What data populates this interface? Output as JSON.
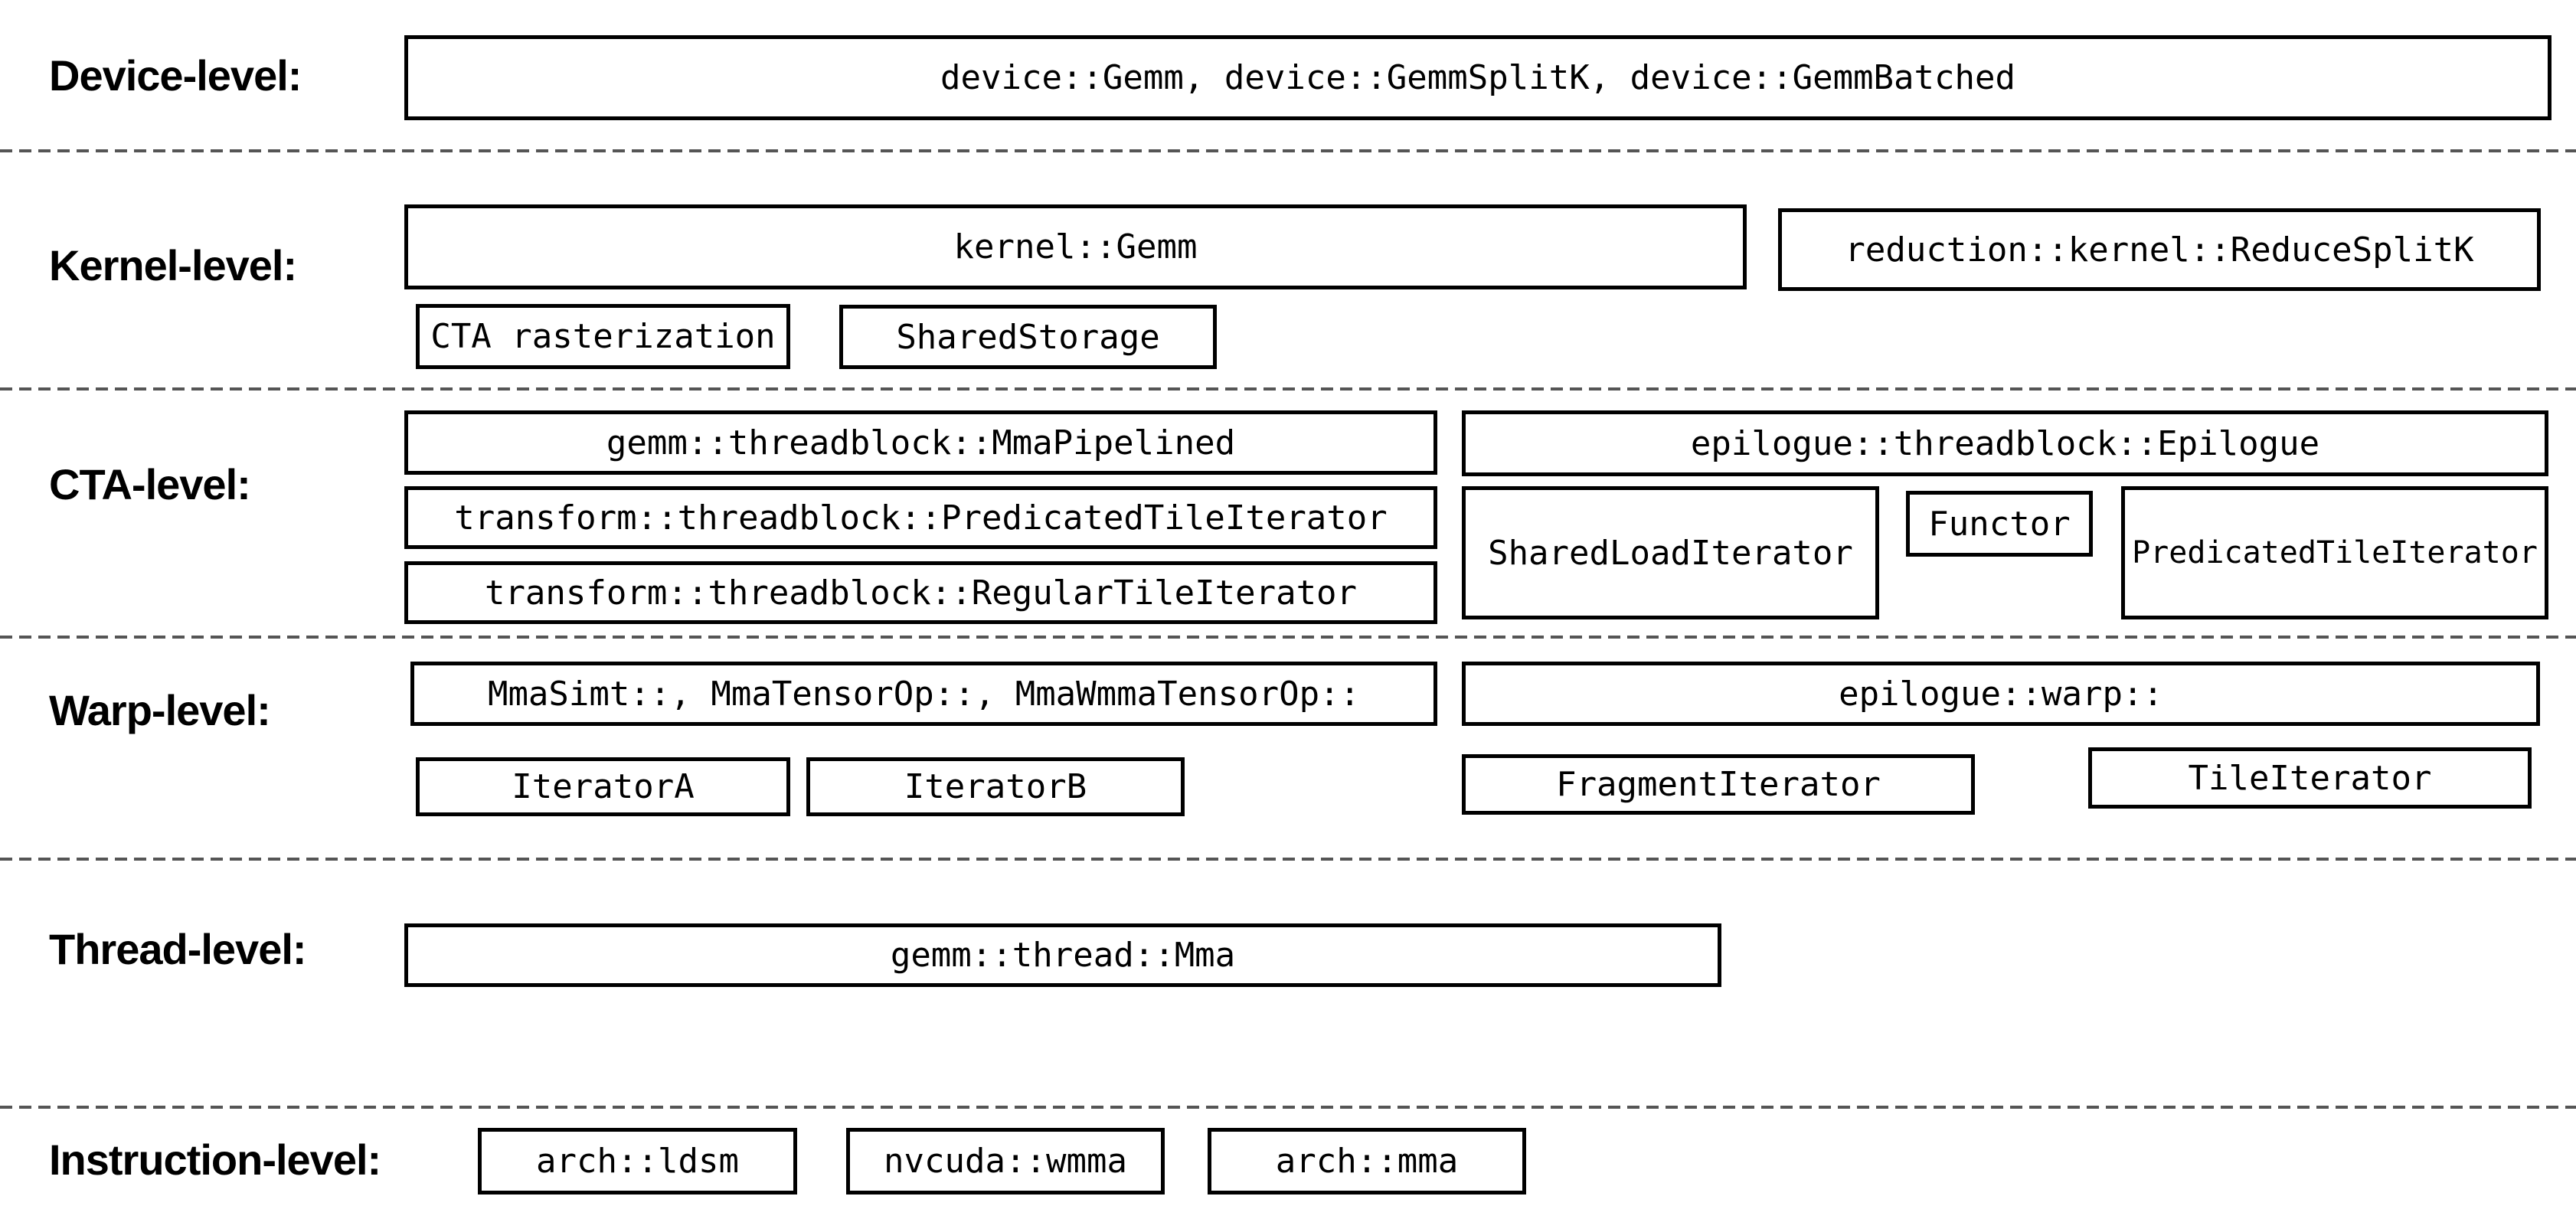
{
  "diagram": {
    "title_implied": "CUTLASS GEMM component hierarchy",
    "colors": {
      "background": "#ffffff",
      "box_border": "#000000",
      "text": "#000000",
      "separator_dash": "#555555"
    },
    "rows": [
      {
        "label": "Device-level:",
        "boxes": [
          {
            "text": "device::Gemm, device::GemmSplitK, device::GemmBatched"
          }
        ]
      },
      {
        "label": "Kernel-level:",
        "boxes": [
          {
            "text": "kernel::Gemm"
          },
          {
            "text": "reduction::kernel::ReduceSplitK"
          },
          {
            "text": "CTA rasterization"
          },
          {
            "text": "SharedStorage"
          }
        ]
      },
      {
        "label": "CTA-level:",
        "boxes": [
          {
            "text": "gemm::threadblock::MmaPipelined"
          },
          {
            "text": "transform::threadblock::PredicatedTileIterator"
          },
          {
            "text": "transform::threadblock::RegularTileIterator"
          },
          {
            "text": "epilogue::threadblock::Epilogue"
          },
          {
            "text": "SharedLoadIterator"
          },
          {
            "text": "Functor"
          },
          {
            "text": "PredicatedTileIterator"
          }
        ]
      },
      {
        "label": "Warp-level:",
        "boxes": [
          {
            "text": "MmaSimt::, MmaTensorOp::, MmaWmmaTensorOp::"
          },
          {
            "text": "epilogue::warp::"
          },
          {
            "text": "IteratorA"
          },
          {
            "text": "IteratorB"
          },
          {
            "text": "FragmentIterator"
          },
          {
            "text": "TileIterator"
          }
        ]
      },
      {
        "label": "Thread-level:",
        "boxes": [
          {
            "text": "gemm::thread::Mma"
          }
        ]
      },
      {
        "label": "Instruction-level:",
        "boxes": [
          {
            "text": "arch::ldsm"
          },
          {
            "text": "nvcuda::wmma"
          },
          {
            "text": "arch::mma"
          }
        ]
      }
    ]
  }
}
